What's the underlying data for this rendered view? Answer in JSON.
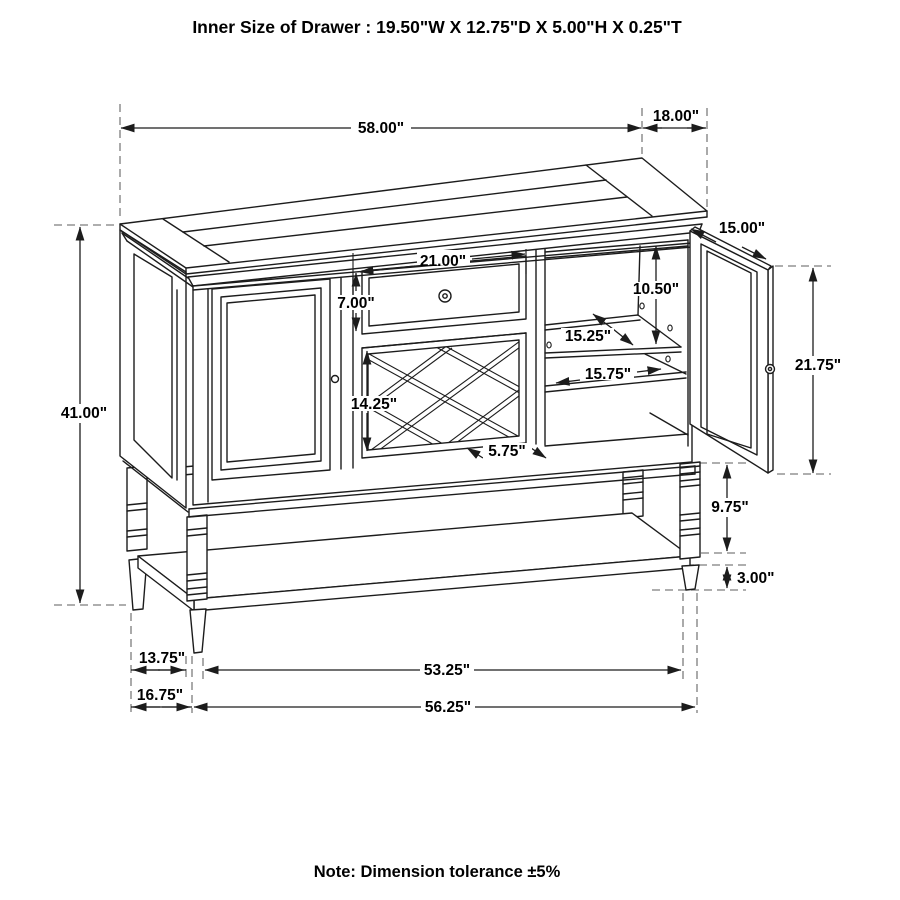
{
  "title": "Inner Size of Drawer : 19.50\"W X 12.75\"D X 5.00\"H X 0.25\"T",
  "note": "Note: Dimension tolerance ±5%",
  "dimensions": {
    "top_width": "58.00\"",
    "top_depth": "18.00\"",
    "door_width": "15.00\"",
    "drawer_width": "21.00\"",
    "drawer_height": "7.00\"",
    "upper_cubby_height": "10.50\"",
    "shelf_depth": "15.25\"",
    "shelf_width": "15.75\"",
    "door_height": "21.75\"",
    "wine_rack_height": "14.25\"",
    "rack_base_gap": "5.75\"",
    "total_height": "41.00\"",
    "leg_height": "9.75\"",
    "foot_height": "3.00\"",
    "leg_inset": "13.75\"",
    "base_end_depth": "16.75\"",
    "shelf_span": "53.25\"",
    "base_width": "56.25\""
  },
  "colors": {
    "line": "#1c1c1c",
    "dashed_line": "#7d7d7d",
    "background": "#ffffff",
    "text": "#000000"
  }
}
